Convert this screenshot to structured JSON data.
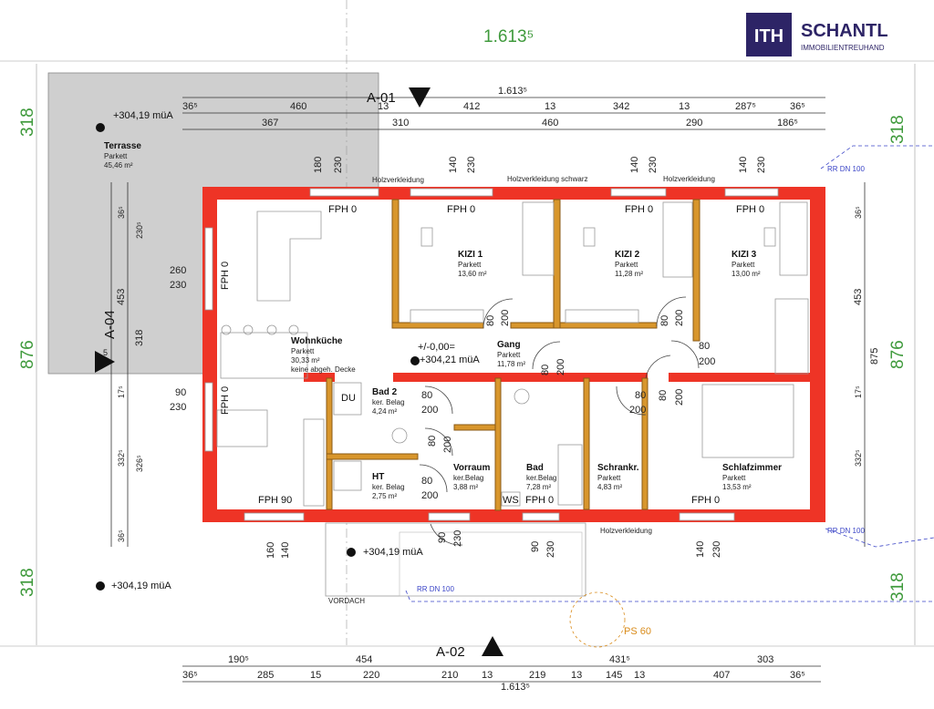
{
  "logo": {
    "mark": "ITH",
    "name": "SCHANTL",
    "tagline": "IMMOBILIENTREUHAND",
    "brand_color": "#2d2466"
  },
  "colors": {
    "exterior_wall": "#ee3426",
    "interior_wall": "#d8962c",
    "dimension_green": "#3f9a3c",
    "annotation_blue": "#3b45c7",
    "ps_orange": "#d98b1a"
  },
  "overall": {
    "top_width": "1.613⁵",
    "left_top": "318",
    "left_mid": "876",
    "left_bottom": "318",
    "right_top": "318",
    "right_mid": "876",
    "right_bottom": "318"
  },
  "top_dims": {
    "total": "1.613⁵",
    "row1": [
      "36⁵",
      "460",
      "13",
      "412",
      "13",
      "342",
      "13",
      "287⁵",
      "36⁵"
    ],
    "row2": [
      "367",
      "310",
      "460",
      "290",
      "186⁵"
    ]
  },
  "bottom_dims": {
    "row1": [
      "190⁵",
      "454",
      "431⁵",
      "303"
    ],
    "row2": [
      "36⁵",
      "285",
      "15",
      "220",
      "210",
      "13",
      "219",
      "13",
      "145",
      "13",
      "407",
      "36⁵"
    ],
    "total": "1.613⁵"
  },
  "left_dims": [
    "36⁵",
    "453",
    "17⁵",
    "332⁵",
    "36⁵",
    "230⁵",
    "318",
    "326⁵"
  ],
  "right_dims": [
    "36⁵",
    "453",
    "17⁵",
    "332⁵",
    "875"
  ],
  "sections": {
    "a01": "A-01",
    "a02": "A-02",
    "a04": "A-04",
    "a04_prefix": "5"
  },
  "levels": {
    "terrace": "+304,19 müA",
    "entry": "+304,19 müA",
    "garden": "+304,19 müA",
    "zero": "+/-0,00=",
    "zero2": "+304,21 müA"
  },
  "rooms": [
    {
      "name": "Terrasse",
      "floor": "Parkett",
      "area": "45,46 m²",
      "note": ""
    },
    {
      "name": "Wohnküche",
      "floor": "Parkett",
      "area": "30,33 m²",
      "note": "keine abgeh. Decke"
    },
    {
      "name": "KIZI 1",
      "floor": "Parkett",
      "area": "13,60 m²",
      "note": ""
    },
    {
      "name": "KIZI 2",
      "floor": "Parkett",
      "area": "11,28 m²",
      "note": ""
    },
    {
      "name": "KIZI 3",
      "floor": "Parkett",
      "area": "13,00 m²",
      "note": ""
    },
    {
      "name": "Gang",
      "floor": "Parkett",
      "area": "11,78 m²",
      "note": ""
    },
    {
      "name": "Bad 2",
      "floor": "ker. Belag",
      "area": "4,24 m²",
      "note": ""
    },
    {
      "name": "HT",
      "floor": "ker. Belag",
      "area": "2,75 m²",
      "note": ""
    },
    {
      "name": "Vorraum",
      "floor": "ker.Belag",
      "area": "3,88 m²",
      "note": ""
    },
    {
      "name": "Bad",
      "floor": "ker.Belag",
      "area": "7,28 m²",
      "note": ""
    },
    {
      "name": "Schrankr.",
      "floor": "Parkett",
      "area": "4,83 m²",
      "note": ""
    },
    {
      "name": "Schlafzimmer",
      "floor": "Parkett",
      "area": "13,53 m²",
      "note": ""
    }
  ],
  "labels": {
    "fph0": "FPH 0",
    "fph90": "FPH 90",
    "du": "DU",
    "ws": "WS",
    "vordach": "VORDACH",
    "rr_dn": "RR DN 100",
    "ps": "PS 60",
    "holz": "Holzverkleidung",
    "holz_schwarz": "Holzverkleidung schwarz"
  },
  "openings": {
    "d80": "80",
    "d200": "200",
    "d90": "90",
    "d230": "230",
    "d140": "140",
    "d180": "180",
    "d260": "260",
    "d160": "160"
  }
}
